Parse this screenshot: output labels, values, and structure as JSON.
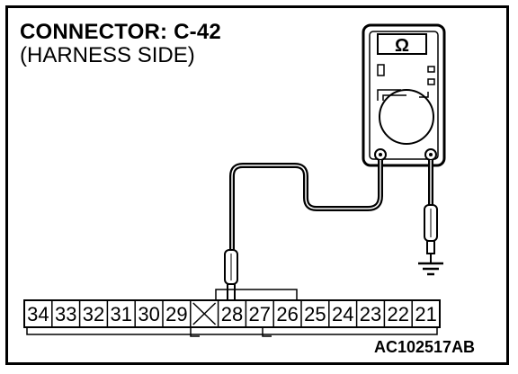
{
  "header": {
    "title": "CONNECTOR: C-42",
    "subtitle": "(HARNESS SIDE)"
  },
  "meter": {
    "symbol": "Ω",
    "icon": "ohmmeter-icon"
  },
  "connector": {
    "pins": [
      "34",
      "33",
      "32",
      "31",
      "30",
      "29",
      "X",
      "28",
      "27",
      "26",
      "25",
      "24",
      "23",
      "22",
      "21"
    ]
  },
  "ground": {
    "icon": "ground-icon"
  },
  "figure_id": "AC102517AB",
  "colors": {
    "ink": "#000000",
    "background": "#ffffff"
  }
}
